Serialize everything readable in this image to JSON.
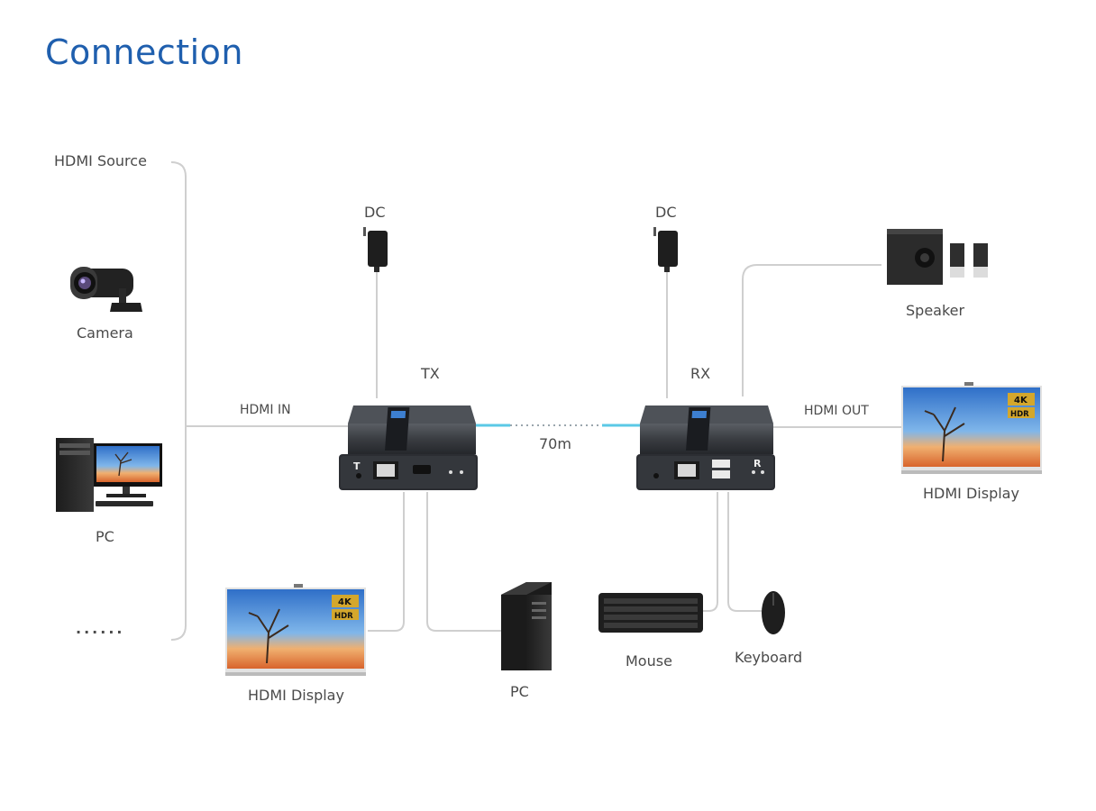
{
  "title": "Connection",
  "labels": {
    "hdmi_source": "HDMI Source",
    "camera": "Camera",
    "pc_source": "PC",
    "more": "......",
    "dc_tx": "DC",
    "dc_rx": "DC",
    "tx": "TX",
    "rx": "RX",
    "hdmi_in": "HDMI IN",
    "hdmi_out": "HDMI OUT",
    "distance": "70m",
    "speaker": "Speaker",
    "hdmi_display_right": "HDMI Display",
    "hdmi_display_bottom": "HDMI Display",
    "pc_local": "PC",
    "mouse": "Mouse",
    "keyboard": "Keyboard"
  },
  "device_markings": {
    "tx_letter": "T",
    "rx_letter": "R",
    "tv_badge_4k": "4K",
    "tv_badge_hdr": "HDR"
  },
  "colors": {
    "title": "#1f5fae",
    "connector_line": "#cfcfcf",
    "network_cable": "#5bc9e6",
    "device_body": "#3a3d42"
  }
}
